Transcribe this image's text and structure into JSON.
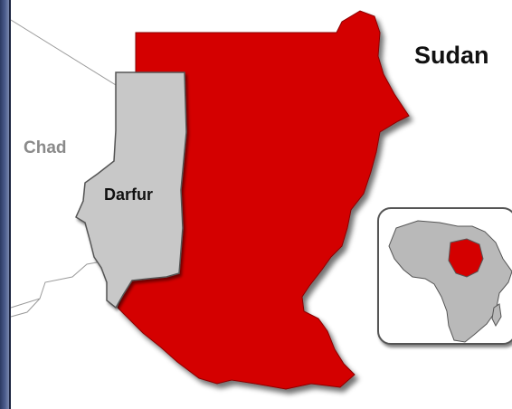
{
  "map": {
    "country_label": "Sudan",
    "neighbor_label": "Chad",
    "region_label": "Darfur"
  },
  "colors": {
    "highlight": "#d40000",
    "region": "#c8c8c8",
    "land_neutral": "#ffffff",
    "border_line": "#9a9a9a",
    "inset_land": "#b9b9b9",
    "inset_frame": "#555555",
    "frame_left": "#3a4a78"
  },
  "icons": {
    "inset": "africa-locator-map"
  }
}
